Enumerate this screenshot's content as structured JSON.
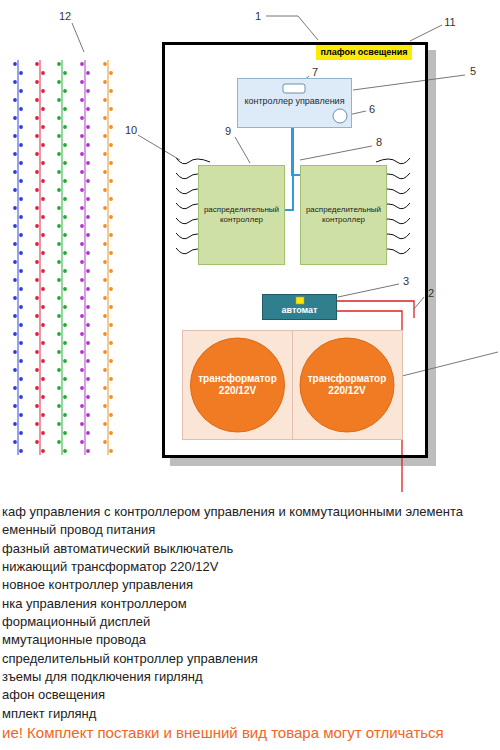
{
  "diagram": {
    "nodes": [
      {
        "text": []
      },
      {
        "text": [
          "плафон освещения"
        ],
        "in": 0
      },
      {
        "text": [
          "контроллер управления"
        ],
        "in": 0
      },
      {
        "text": [
          "распределительный контроллер"
        ],
        "in": 0
      },
      {
        "text": [
          "распределительный контроллер"
        ],
        "in": 0
      },
      {
        "text": [
          "автомат"
        ],
        "in": 0
      },
      {
        "text": [
          "трансформатор 220/12V"
        ],
        "in": 0
      },
      {
        "text": [
          "трансформатор 220/12V"
        ],
        "in": 0
      }
    ],
    "edges": [
      {
        "from": 2,
        "to": 3,
        "arrow": "none"
      },
      {
        "from": 2,
        "to": 4,
        "arrow": "none"
      }
    ],
    "labels": [
      "12",
      "1",
      "11",
      "7",
      "5",
      "6",
      "10",
      "9",
      "8",
      "3",
      "2",
      "каф управления с контроллером управления и коммутационными элемента",
      "еменный провод питания",
      "фазный автоматический выключатель",
      "нижающий трансформатор 220/12V",
      "новное контроллер управления",
      "нка управления контроллером",
      "формационный дисплей",
      "ммутационные провода",
      "спределительный контроллер управления",
      "зъемы для подключения гирлянд",
      "афон освещения",
      "мплект гирлянд",
      "ие! Комплект поставки и внешний вид товара могут отличаться"
    ]
  }
}
